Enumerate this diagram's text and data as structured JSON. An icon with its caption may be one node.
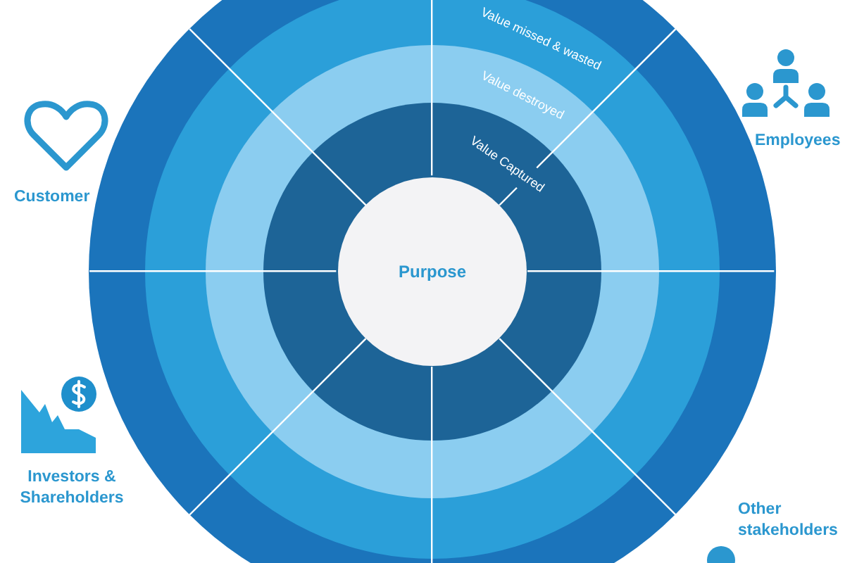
{
  "diagram": {
    "nodes": [
      {
        "text": [],
        "shape": "circle"
      },
      {
        "text": [
          "Value missed & wasted"
        ],
        "in": 0
      },
      {
        "text": [
          "Value destroyed"
        ],
        "in": 1
      },
      {
        "text": [
          "Value Captured"
        ],
        "in": 2
      },
      {
        "text": [
          "Purpose"
        ],
        "in": 3
      }
    ],
    "labels": [
      "Customer",
      "Employees",
      "Investors & Shareholders",
      "Other stakeholders"
    ]
  }
}
